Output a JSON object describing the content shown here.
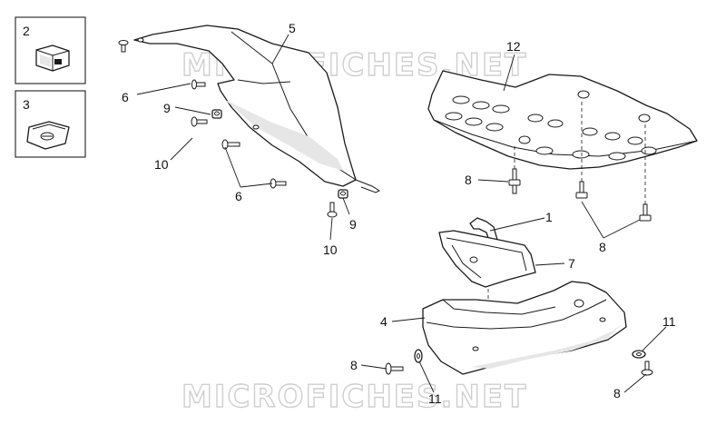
{
  "watermarks": [
    "MICROFICHES.NET",
    "MICROFICHES.NET"
  ],
  "insets": [
    {
      "label": "2",
      "icon": "cage-nut-icon"
    },
    {
      "label": "3",
      "icon": "speed-clip-icon"
    }
  ],
  "callouts": {
    "c5": "5",
    "c6a": "6",
    "c9a": "9",
    "c10a": "10",
    "c6b": "6",
    "c9b": "9",
    "c10b": "10",
    "c12": "12",
    "c8a": "8",
    "c8b": "8",
    "c1": "1",
    "c7": "7",
    "c4": "4",
    "c8c": "8",
    "c11a": "11",
    "c11b": "11",
    "c8d": "8"
  },
  "colors": {
    "line": "#1a1a1a",
    "watermark": "#cfcfcf",
    "background": "#ffffff"
  }
}
